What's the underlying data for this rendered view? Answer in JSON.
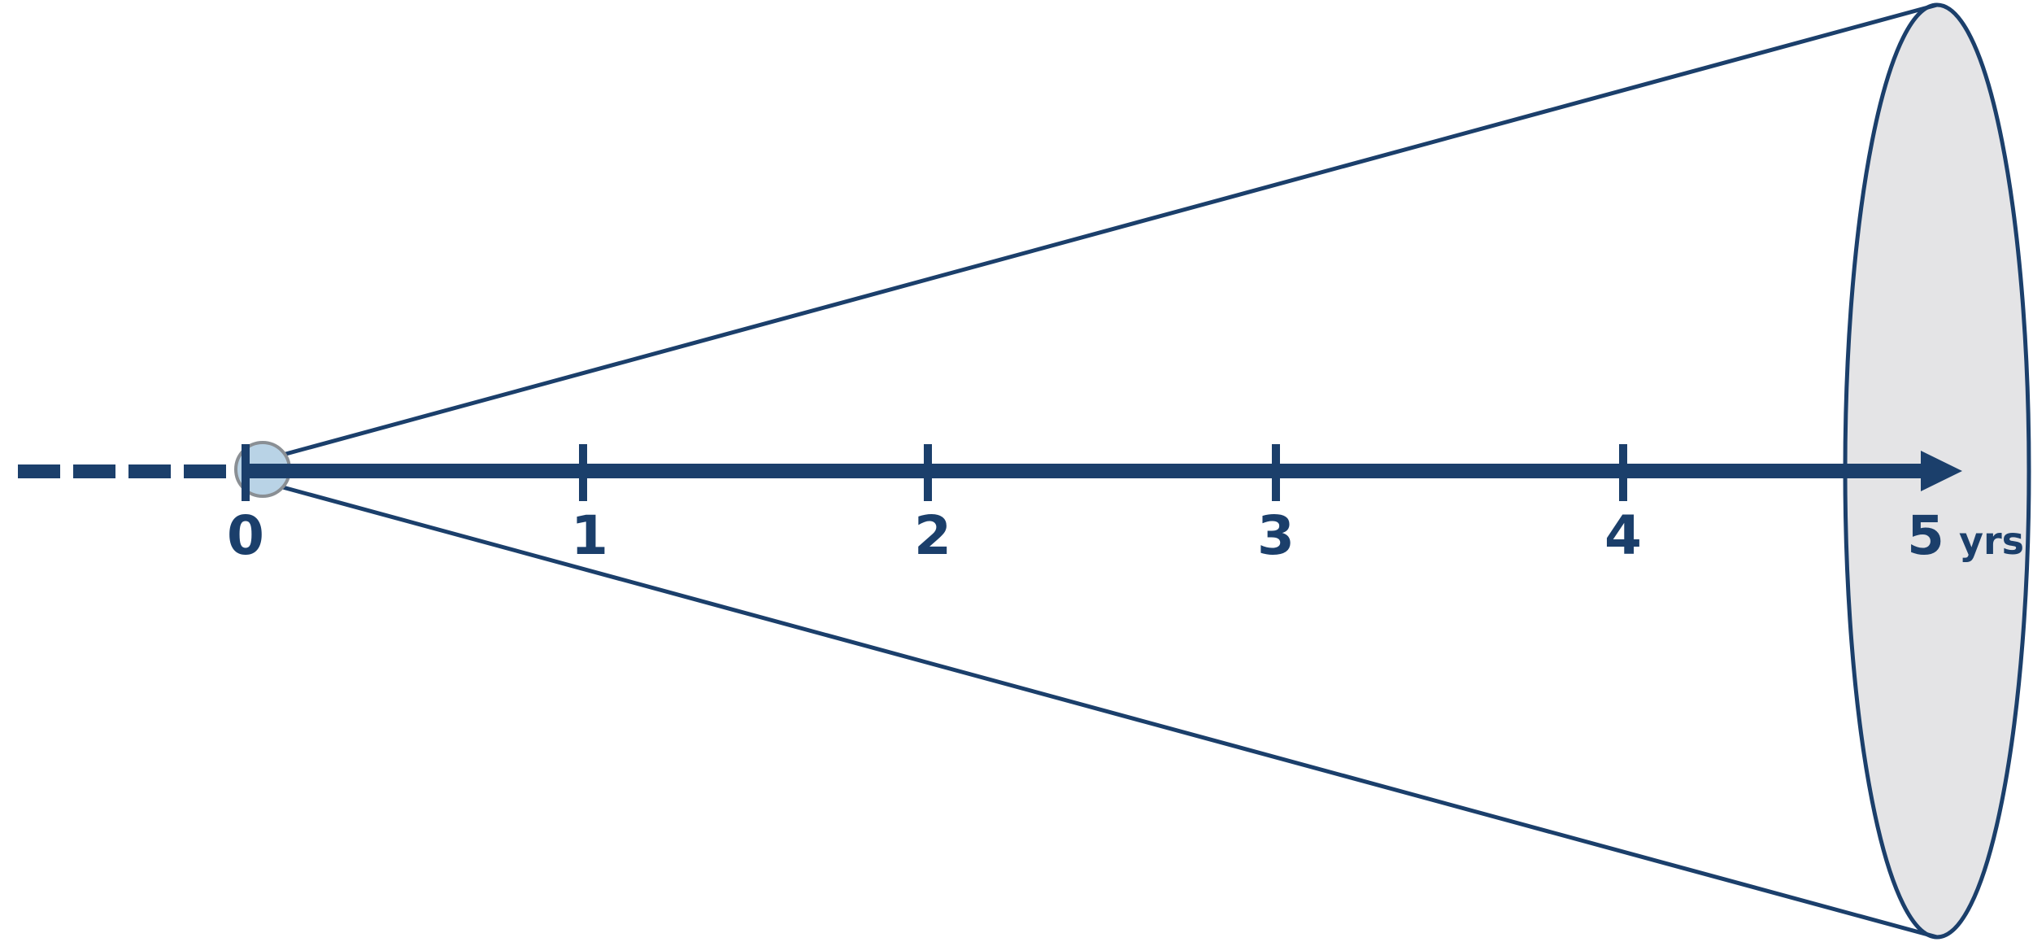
{
  "colors": {
    "line": "#1b3f6b",
    "ellipse_fill": "#e4e4e6",
    "origin_fill": "#b9d3e6",
    "origin_stroke": "#8a8f94",
    "background": "#ffffff"
  },
  "timeline": {
    "ticks": [
      {
        "value": 0,
        "label": "0"
      },
      {
        "value": 1,
        "label": "1"
      },
      {
        "value": 2,
        "label": "2"
      },
      {
        "value": 3,
        "label": "3"
      },
      {
        "value": 4,
        "label": "4"
      },
      {
        "value": 5,
        "label": "5"
      }
    ],
    "unit_label": "yrs",
    "past_dashed": true,
    "arrow_icon": "arrow-right-icon"
  }
}
